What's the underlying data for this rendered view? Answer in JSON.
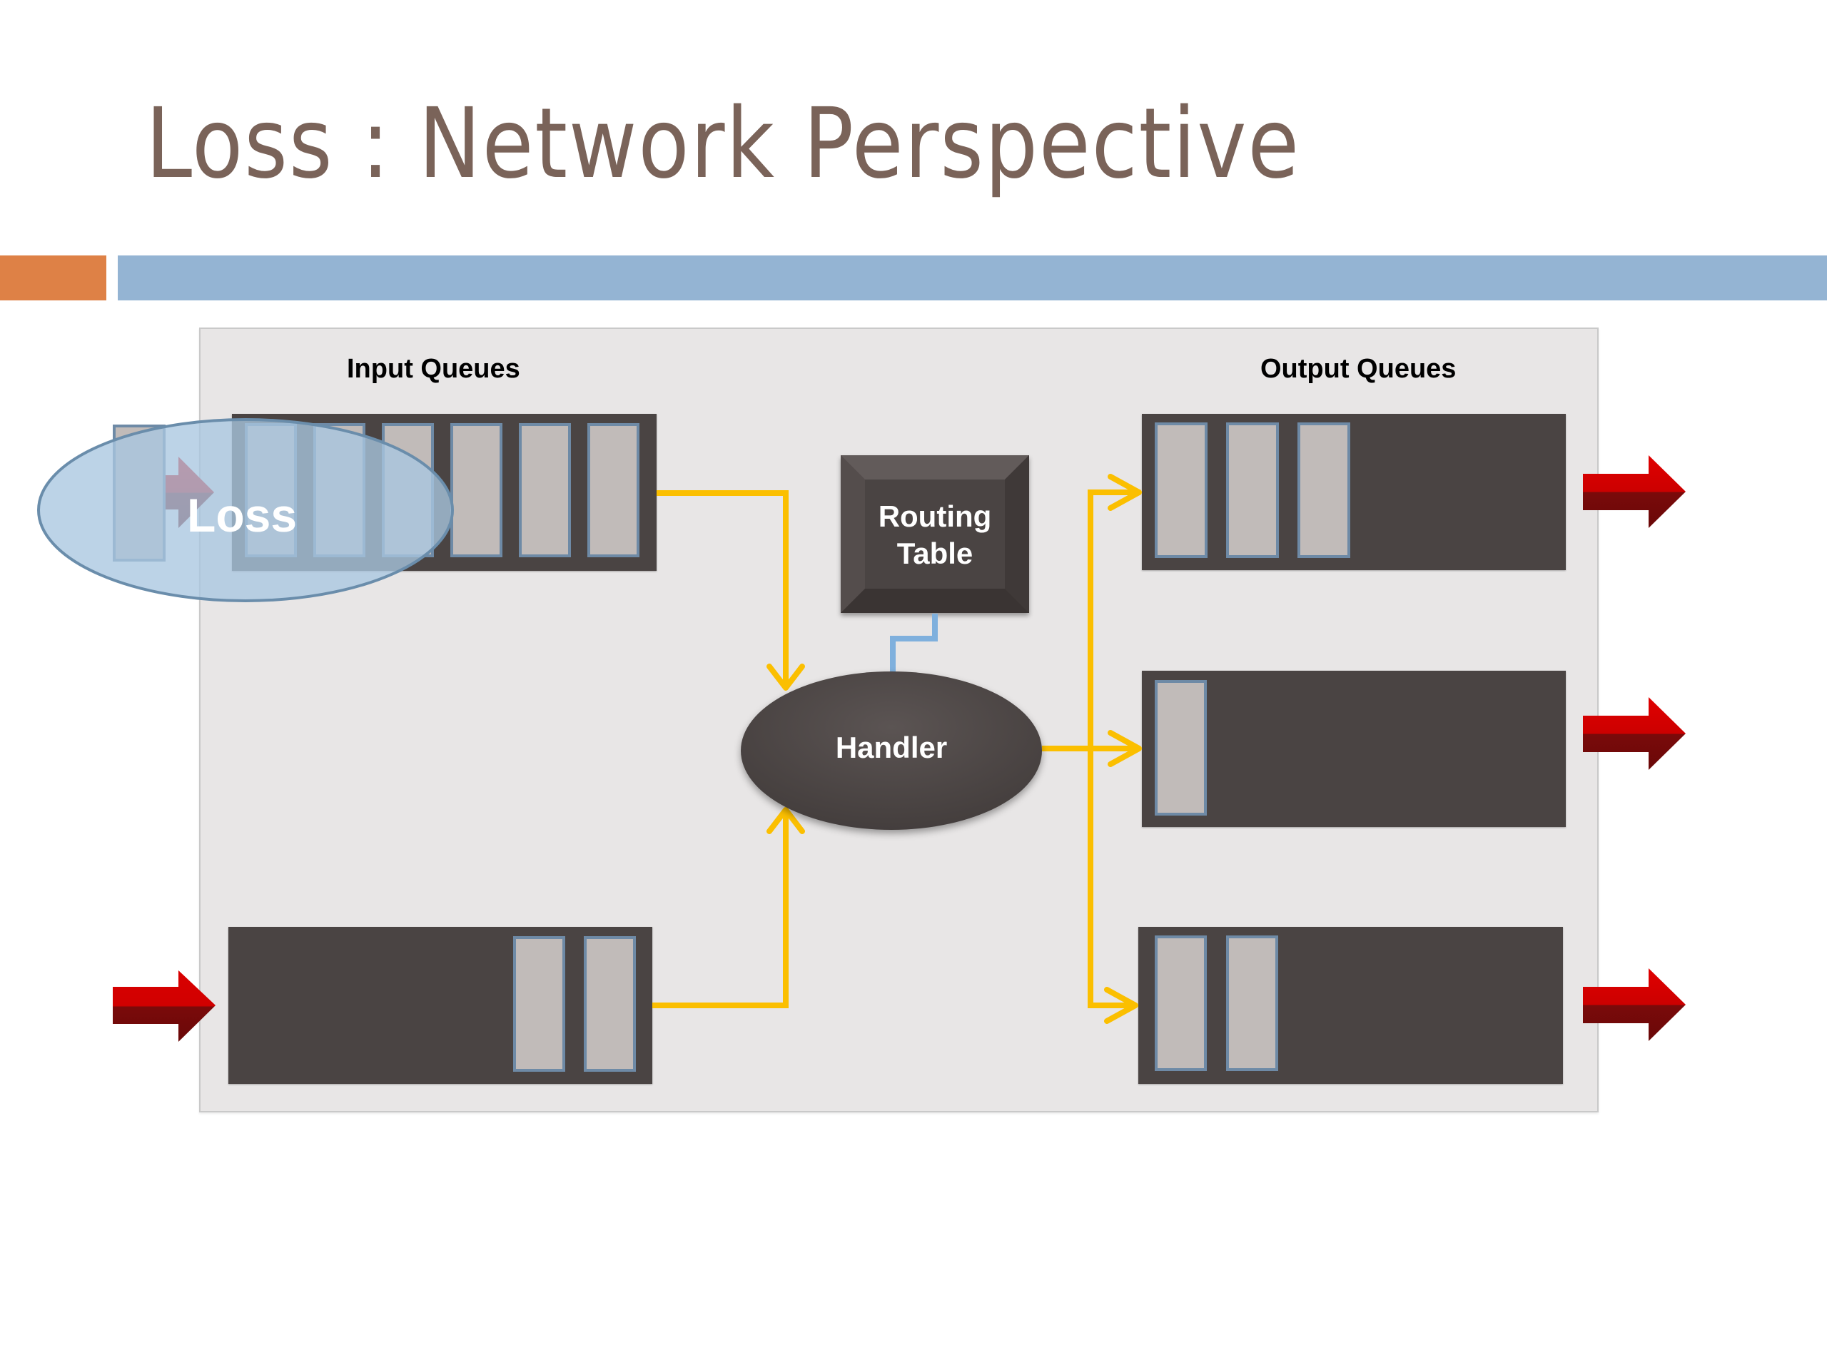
{
  "slide": {
    "title": "Loss : Network Perspective",
    "accent_colors": {
      "orange": "#de8146",
      "blue": "#94b4d3",
      "title": "#7a6359"
    }
  },
  "diagram": {
    "input_queues_label": "Input Queues",
    "output_queues_label": "Output Queues",
    "routing_table": {
      "line1": "Routing",
      "line2": "Table"
    },
    "handler": {
      "label": "Handler"
    },
    "loss_callout": {
      "label": "Loss"
    },
    "input_queues": [
      {
        "name": "input-queue-1",
        "packets": 6,
        "dropped_packets": 1
      },
      {
        "name": "input-queue-2",
        "packets": 2,
        "incoming_arrow": true
      }
    ],
    "output_queues": [
      {
        "name": "output-queue-1",
        "packets": 3,
        "outgoing_arrow": true
      },
      {
        "name": "output-queue-2",
        "packets": 1,
        "outgoing_arrow": true
      },
      {
        "name": "output-queue-3",
        "packets": 2,
        "outgoing_arrow": true
      }
    ],
    "colors": {
      "queue": "#4a4443",
      "packet": "#c1bbb9",
      "packet_border": "#6e8aa6",
      "flow_line": "#fbbf00",
      "connector": "#7fb0dd",
      "arrow_red": "#cc0000",
      "loss_ellipse": "#a9c6e0"
    }
  }
}
